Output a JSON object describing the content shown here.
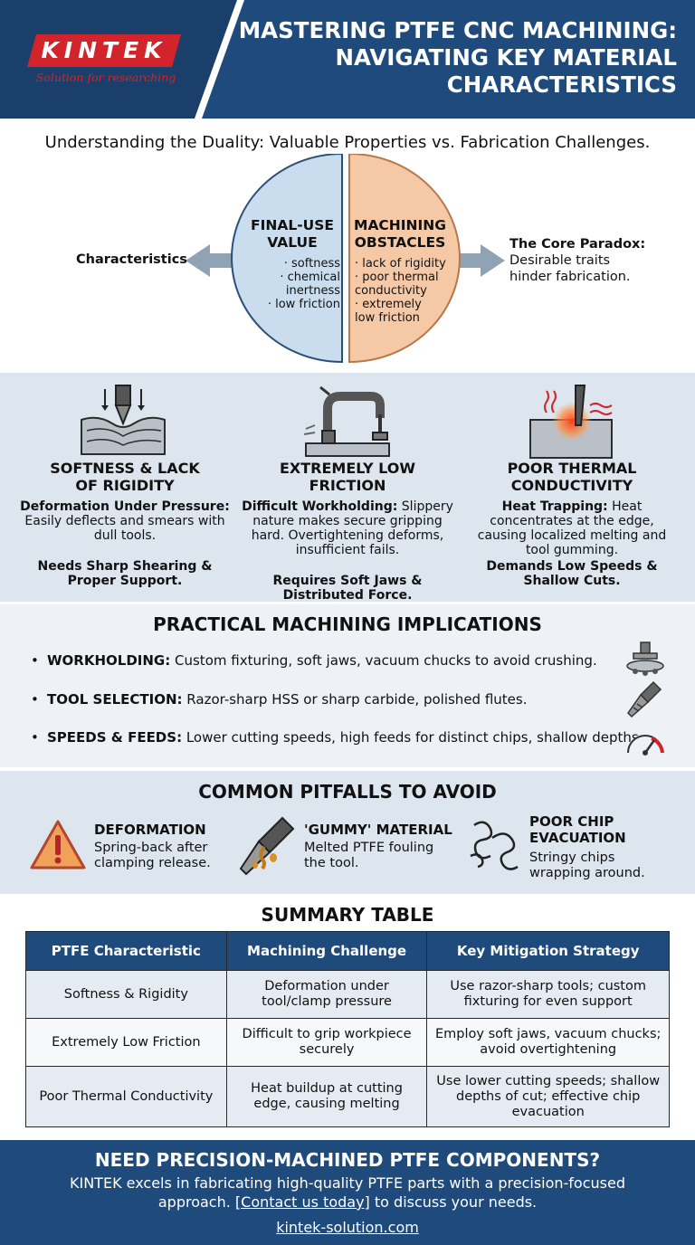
{
  "brand": {
    "logo_text": "KINTEK",
    "tagline": "Solution for researching",
    "colors": {
      "navy": "#1f4a7c",
      "red": "#d2242a",
      "blue_circle": "#c9ddef",
      "orange_circle": "#f6c9a6"
    }
  },
  "header": {
    "title": "MASTERING PTFE CNC MACHINING:\nNAVIGATING KEY MATERIAL\nCHARACTERISTICS"
  },
  "duality": {
    "subtitle": "Understanding the Duality: Valuable Properties vs. Fabrication Challenges.",
    "left_label": "Characteristics",
    "left_circle": {
      "title": "FINAL-USE\nVALUE",
      "items": [
        "· softness",
        "· chemical",
        "inertness",
        "· low friction"
      ]
    },
    "right_circle": {
      "title": "MACHINING\nOBSTACLES",
      "items": [
        "· lack of rigidity",
        "· poor thermal",
        "conductivity",
        "· extremely",
        "low friction"
      ]
    },
    "paradox_title": "The Core Paradox:",
    "paradox_text": "Desirable traits\nhinder fabrication."
  },
  "challenges": [
    {
      "icon": "drill-deformation-icon",
      "title": "SOFTNESS & LACK\nOF RIGIDITY",
      "lead": "Deformation Under Pressure:",
      "body": "Easily deflects and smears with dull tools.",
      "need": "Needs Sharp Shearing & Proper Support."
    },
    {
      "icon": "clamp-icon",
      "title": "EXTREMELY LOW\nFRICTION",
      "lead": "Difficult Workholding:",
      "body": "Slippery nature makes secure gripping hard. Overtightening deforms, insufficient fails.",
      "need": "Requires Soft Jaws & Distributed Force."
    },
    {
      "icon": "heat-tool-icon",
      "title": "POOR THERMAL\nCONDUCTIVITY",
      "lead": "Heat Trapping:",
      "body": "Heat concentrates at the edge, causing localized melting and tool gumming.",
      "need": "Demands Low Speeds & Shallow Cuts."
    }
  ],
  "implications": {
    "title": "PRACTICAL MACHINING IMPLICATIONS",
    "items": [
      {
        "label": "WORKHOLDING:",
        "text": "Custom fixturing, soft jaws, vacuum chucks to avoid crushing.",
        "icon": "vacuum-chuck-icon"
      },
      {
        "label": "TOOL SELECTION:",
        "text": "Razor-sharp HSS or sharp carbide, polished flutes.",
        "icon": "end-mill-icon"
      },
      {
        "label": "SPEEDS & FEEDS:",
        "text": "Lower cutting speeds, high feeds for distinct chips, shallow depths.",
        "icon": "speed-gauge-icon"
      }
    ]
  },
  "pitfalls": {
    "title": "COMMON PITFALLS TO AVOID",
    "items": [
      {
        "title": "DEFORMATION",
        "text": "Spring-back after\nclamping release.",
        "icon": "warning-icon"
      },
      {
        "title": "'GUMMY' MATERIAL",
        "text": "Melted PTFE fouling\nthe tool.",
        "icon": "gummy-drill-icon"
      },
      {
        "title": "POOR CHIP\nEVACUATION",
        "text": "Stringy chips\nwrapping around.",
        "icon": "stringy-chips-icon"
      }
    ]
  },
  "summary": {
    "title": "SUMMARY TABLE",
    "headers": [
      "PTFE Characteristic",
      "Machining Challenge",
      "Key Mitigation Strategy"
    ],
    "rows": [
      [
        "Softness & Rigidity",
        "Deformation under tool/clamp pressure",
        "Use razor-sharp tools; custom fixturing for even support"
      ],
      [
        "Extremely Low Friction",
        "Difficult to grip workpiece securely",
        "Employ soft jaws, vacuum chucks; avoid overtightening"
      ],
      [
        "Poor Thermal Conductivity",
        "Heat buildup at cutting edge, causing melting",
        "Use lower cutting speeds; shallow depths of cut; effective chip evacuation"
      ]
    ]
  },
  "footer": {
    "title": "NEED PRECISION-MACHINED PTFE COMPONENTS?",
    "text_before": "KINTEK excels in fabricating high-quality PTFE parts with a precision-focused approach.",
    "link_text": "[Contact us today]",
    "text_after": "to discuss your needs.",
    "url": "kintek-solution.com"
  }
}
